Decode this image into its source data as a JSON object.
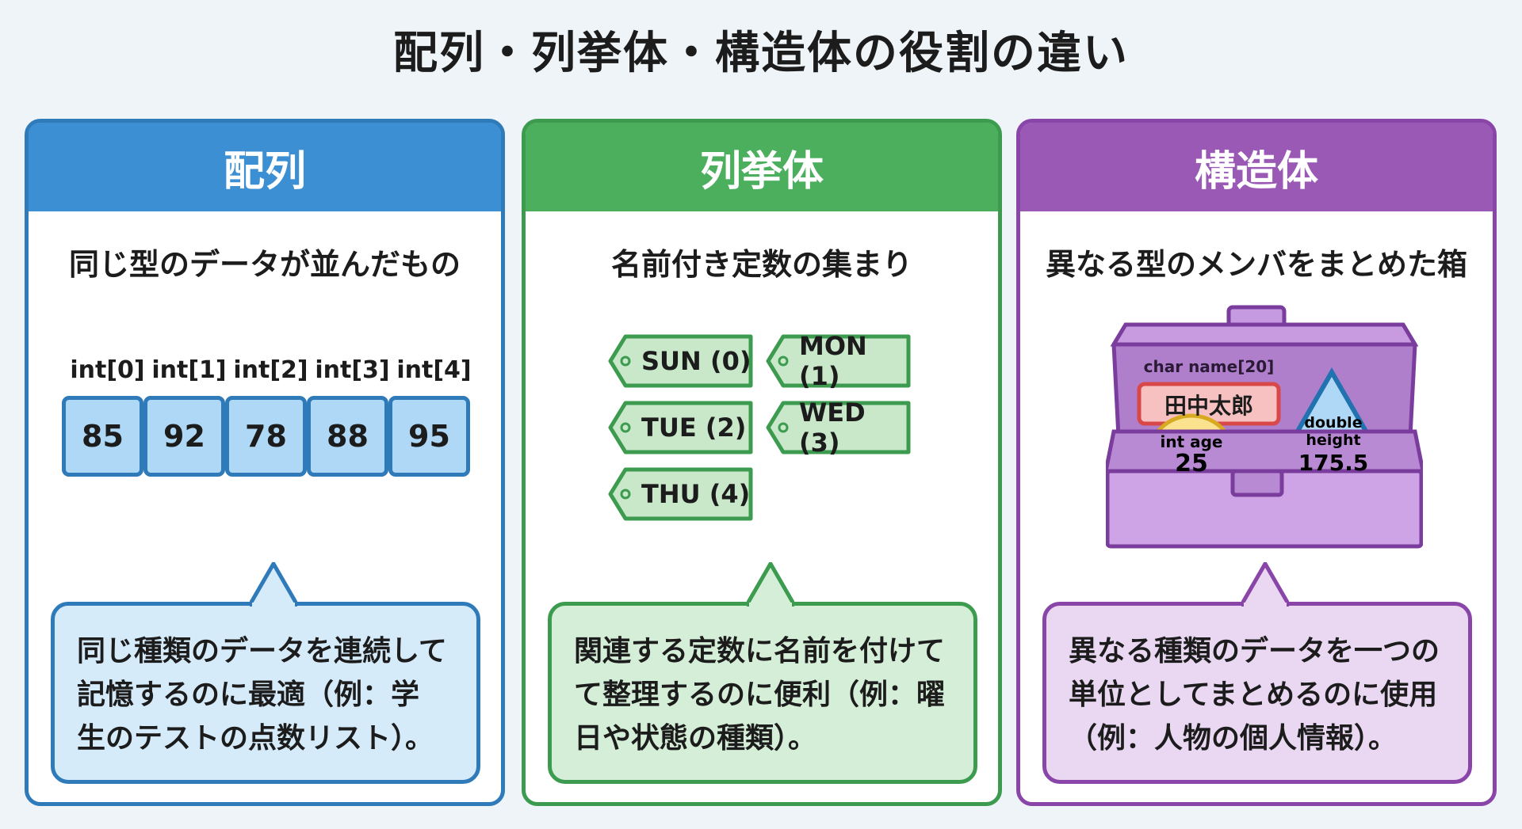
{
  "title": "配列・列挙体・構造体の役割の違い",
  "panels": [
    {
      "header": "配列",
      "subtitle": "同じ型のデータが並んだもの",
      "labels": [
        "int[0]",
        "int[1]",
        "int[2]",
        "int[3]",
        "int[4]"
      ],
      "values": [
        "85",
        "92",
        "78",
        "88",
        "95"
      ],
      "callout": [
        "同じ種類のデータを連続して",
        "記憶するのに最適（例：学",
        "生のテストの点数リスト）。"
      ]
    },
    {
      "header": "列挙体",
      "subtitle": "名前付き定数の集まり",
      "tags": [
        "SUN (0)",
        "MON (1)",
        "TUE (2)",
        "WED (3)",
        "THU (4)"
      ],
      "callout": [
        "関連する定数に名前を付けて",
        "て整理するのに便利（例：曜",
        "日や状態の種類）。"
      ]
    },
    {
      "header": "構造体",
      "subtitle": "異なる型のメンバをまとめた箱",
      "box": {
        "name_label": "char name[20]",
        "name_value": "田中太郎",
        "age_label": "int age",
        "age_value": "25",
        "height_label1": "double",
        "height_label2": "height",
        "height_value": "175.5"
      },
      "callout": [
        "異なる種類のデータを一つの",
        "単位としてまとめるのに使用",
        "（例：人物の個人情報）。"
      ]
    }
  ],
  "colors": {
    "blue": "#2f7ab9",
    "green": "#3d9b4f",
    "purple": "#8a45a8"
  }
}
